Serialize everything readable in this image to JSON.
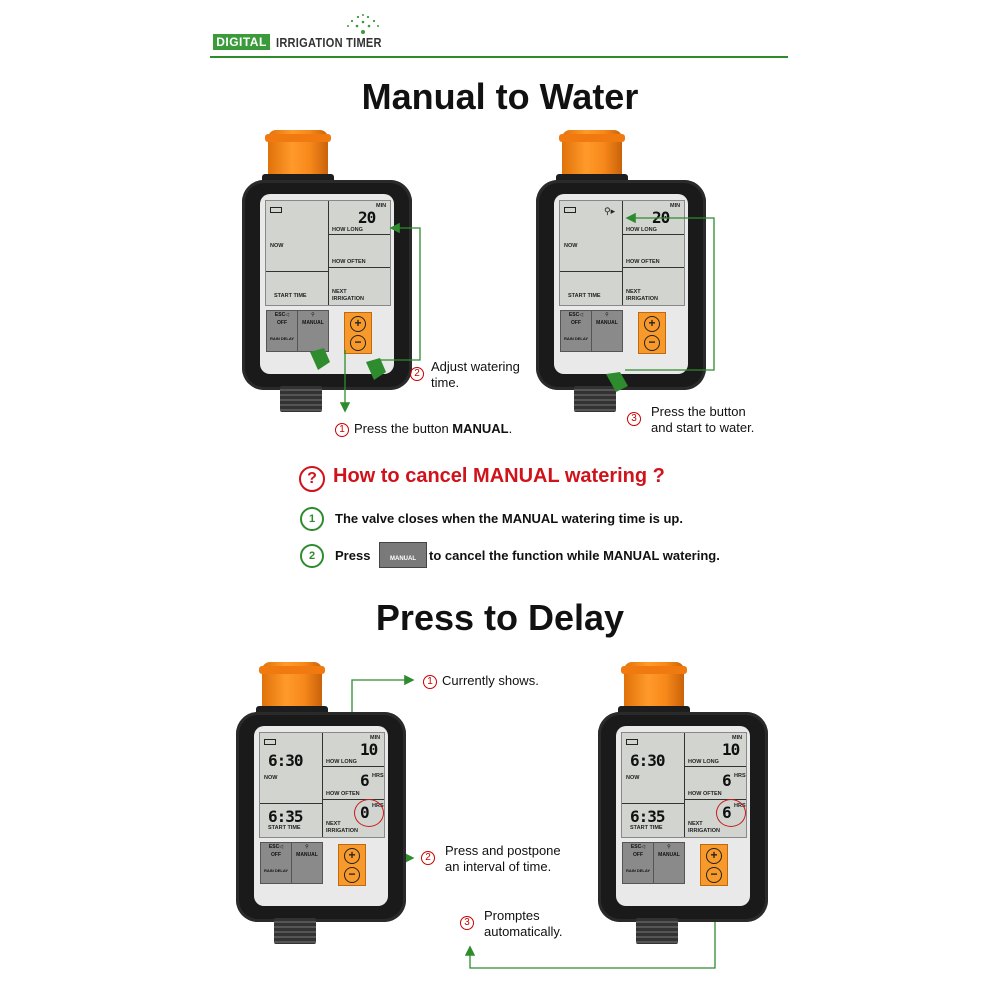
{
  "header": {
    "badge": "DIGITAL",
    "subtitle": "IRRIGATION TIMER"
  },
  "section1": {
    "title": "Manual to Water",
    "device_left": {
      "min_label": "MIN",
      "duration": "20",
      "how_long": "HOW LONG",
      "now": "NOW",
      "how_often": "HOW OFTEN",
      "start_time": "START TIME",
      "next": "NEXT",
      "irrigation": "IRRIGATION",
      "esc": "ESC◁",
      "off": "OFF",
      "manual": "MANUAL",
      "rain_delay": "RAIN DELAY",
      "plus": "+",
      "minus": "−"
    },
    "device_right": {
      "min_label": "MIN",
      "duration": "20",
      "how_long": "HOW LONG",
      "now": "NOW",
      "how_often": "HOW OFTEN",
      "start_time": "START TIME",
      "next": "NEXT",
      "irrigation": "IRRIGATION",
      "esc": "ESC◁",
      "off": "OFF",
      "manual": "MANUAL",
      "rain_delay": "RAIN DELAY",
      "plus": "+",
      "minus": "−"
    },
    "steps": [
      {
        "num": "1",
        "text_pre": "Press the button ",
        "text_bold": "MANUAL",
        "text_post": "."
      },
      {
        "num": "2",
        "line1": "Adjust watering",
        "line2": "time."
      },
      {
        "num": "3",
        "line1": "Press the button",
        "line2": "and start to water."
      }
    ]
  },
  "cancel": {
    "icon": "?",
    "title": "How to cancel MANUAL watering ?",
    "items": [
      {
        "num": "1",
        "text": "The valve closes when the MANUAL watering time is up."
      },
      {
        "num": "2",
        "pre": "Press",
        "chip": "MANUAL",
        "post": "to cancel the function while MANUAL watering."
      }
    ]
  },
  "section2": {
    "title": "Press to Delay",
    "device_left": {
      "min_label": "MIN",
      "duration": "10",
      "how_long": "HOW LONG",
      "now_time": "6:30",
      "now": "NOW",
      "hrs_label": "HRS",
      "interval": "6",
      "how_often": "HOW OFTEN",
      "start_value": "6:35",
      "start_time": "START TIME",
      "next_hrs": "HRS",
      "next_value": "0",
      "next": "NEXT",
      "irrigation": "IRRIGATION",
      "esc": "ESC◁",
      "off": "OFF",
      "manual": "MANUAL",
      "rain_delay": "RAIN DELAY",
      "plus": "+",
      "minus": "−"
    },
    "device_right": {
      "min_label": "MIN",
      "duration": "10",
      "how_long": "HOW LONG",
      "now_time": "6:30",
      "now": "NOW",
      "hrs_label": "HRS",
      "interval": "6",
      "how_often": "HOW OFTEN",
      "start_value": "6:35",
      "start_time": "START TIME",
      "next_hrs": "HRS",
      "next_value": "6",
      "next": "NEXT",
      "irrigation": "IRRIGATION",
      "esc": "ESC◁",
      "off": "OFF",
      "manual": "MANUAL",
      "rain_delay": "RAIN DELAY",
      "plus": "+",
      "minus": "−"
    },
    "steps": [
      {
        "num": "1",
        "line1": "Currently shows."
      },
      {
        "num": "2",
        "line1": "Press and postpone",
        "line2": "an interval of time."
      },
      {
        "num": "3",
        "line1": "Promptes",
        "line2": "automatically."
      }
    ]
  },
  "colors": {
    "green": "#2e8b2e",
    "orange": "#f79a2b",
    "red": "#d0121b"
  }
}
